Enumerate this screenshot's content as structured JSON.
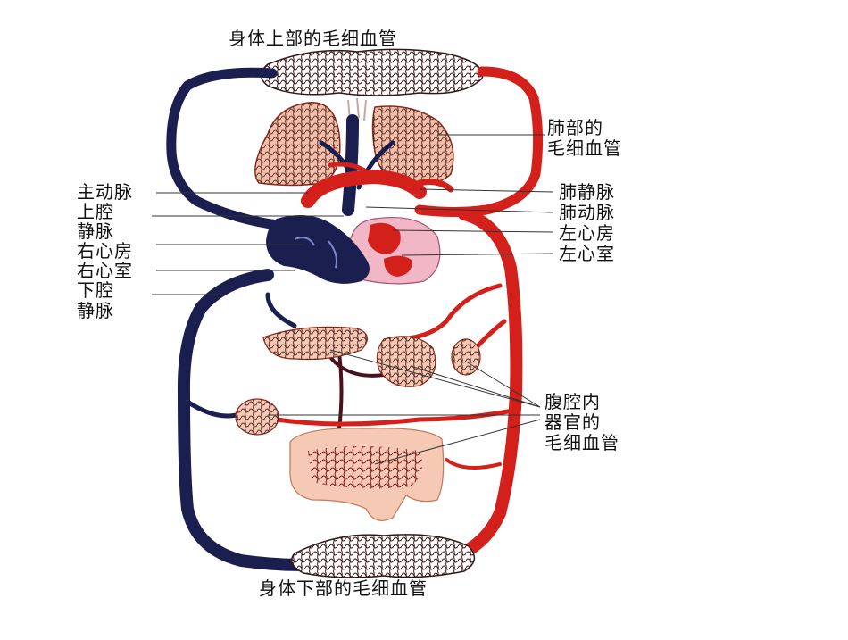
{
  "labels": {
    "upper_body_capillaries": "身体上部的毛细血管",
    "lung_capillaries_1": "肺部的",
    "lung_capillaries_2": "毛细血管",
    "aorta": "主动脉",
    "superior_vena_cava_1": "上腔",
    "superior_vena_cava_2": "静脉",
    "right_atrium": "右心房",
    "right_ventricle": "右心室",
    "inferior_vena_cava_1": "下腔",
    "inferior_vena_cava_2": "静脉",
    "pulmonary_vein": "肺静脉",
    "pulmonary_artery": "肺动脉",
    "left_atrium": "左心房",
    "left_ventricle": "左心室",
    "abdominal_capillaries_1": "腹腔内",
    "abdominal_capillaries_2": "器官的",
    "abdominal_capillaries_3": "毛细血管",
    "lower_body_capillaries": "身体下部的毛细血管"
  },
  "colors": {
    "artery": "#d4201a",
    "vein": "#1a1f4f",
    "organ_fill": "#f6c9b4",
    "lung_fill": "#f4bfa8",
    "heart_left": "#f2b7c6",
    "capillary_mesh": "#3a1010"
  }
}
